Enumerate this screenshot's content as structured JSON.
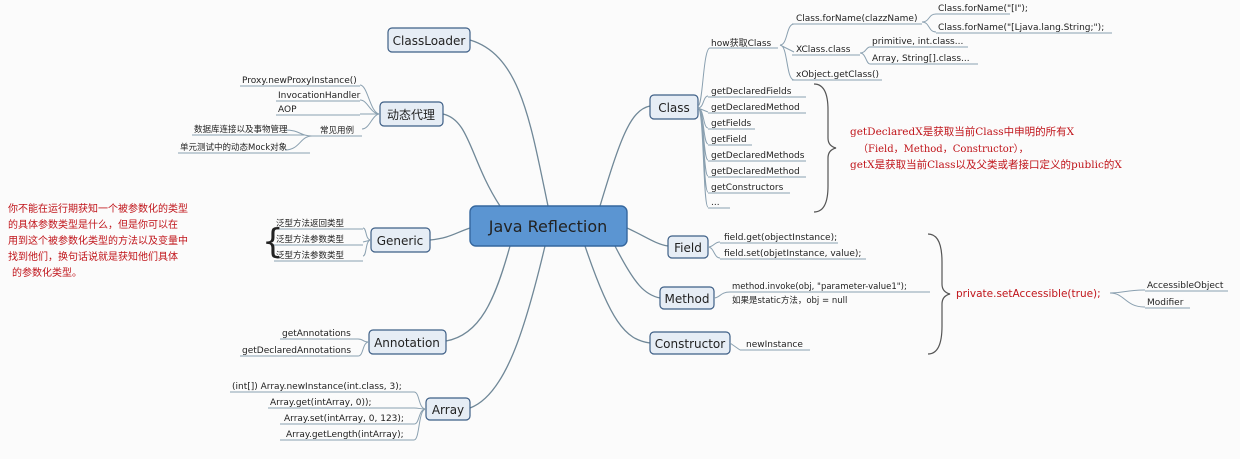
{
  "root": "Java Reflection",
  "branches": {
    "classloader": "ClassLoader",
    "proxy": "动态代理",
    "generic": "Generic",
    "annotation": "Annotation",
    "array": "Array",
    "class": "Class",
    "field": "Field",
    "method": "Method",
    "constructor": "Constructor"
  },
  "proxy_items": [
    "Proxy.newProxyInstance()",
    "InvocationHandler",
    "AOP",
    "数据库连接以及事物管理",
    "单元测试中的动态Mock对象"
  ],
  "proxy_usecase_label": "常见用例",
  "generic_items": [
    "泛型方法返回类型",
    "泛型方法参数类型",
    "泛型方法参数类型"
  ],
  "generic_note": [
    "你不能在运行期获知一个被参数化的类型",
    "的具体参数类型是什么，但是你可以在",
    "用到这个被参数化类型的方法以及变量中",
    "找到他们，换句话说就是获知他们具体",
    "的参数化类型。"
  ],
  "annotation_items": [
    "getAnnotations",
    "getDeclaredAnnotations"
  ],
  "array_items": [
    "(int[]) Array.newInstance(int.class, 3);",
    "Array.get(intArray, 0));",
    "Array.set(intArray, 0, 123);",
    "Array.getLength(intArray);"
  ],
  "class_how": "how获取Class",
  "class_forname": "Class.forName(clazzName)",
  "class_forname_ex": [
    "Class.forName(\"[I\");",
    "Class.forName(\"[Ljava.lang.String;\");"
  ],
  "class_xclass": "XClass.class",
  "class_xclass_ex": [
    "primitive, int.class...",
    "Array, String[].class..."
  ],
  "class_getclass": "xObject.getClass()",
  "class_methods": [
    "getDeclaredFields",
    "getDeclaredMethod",
    "getFields",
    "getField",
    "getDeclaredMethods",
    "getDeclaredMethod",
    "getConstructors",
    "..."
  ],
  "class_note": [
    "getDeclaredX是获取当前Class中申明的所有X",
    "（Field，Method，Constructor），",
    "getX是获取当前Class以及父类或者接口定义的public的X"
  ],
  "field_items": [
    "field.get(objectInstance);",
    "field.set(objetInstance, value);"
  ],
  "method_items": [
    "method.invoke(obj, \"parameter-value1\");",
    "如果是static方法，obj = null"
  ],
  "constructor_items": [
    "newInstance"
  ],
  "accessible": "private.setAccessible(true);",
  "accessible_items": [
    "AccessibleObject",
    "Modifier"
  ],
  "colors": {
    "node_fill": "#e6edf5",
    "node_border": "#3e5f86",
    "root_fill": "#5b95d2",
    "connector": "#6f8797",
    "note_red": "#c0141a"
  }
}
